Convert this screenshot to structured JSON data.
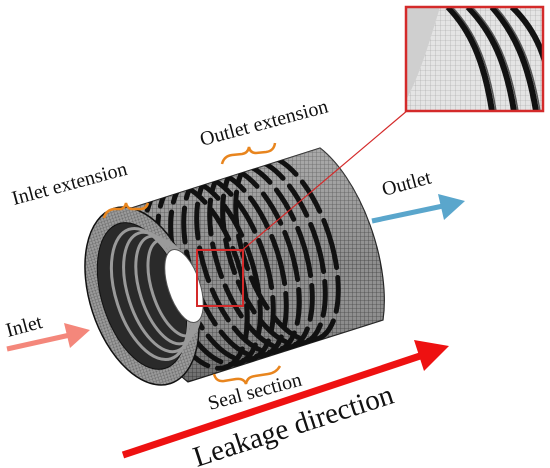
{
  "labels": {
    "inlet_extension": "Inlet extension",
    "outlet_extension": "Outlet extension",
    "outlet": "Outlet",
    "inlet": "Inlet",
    "seal_section": "Seal section",
    "leakage_direction": "Leakage direction"
  },
  "colors": {
    "inlet_arrow": "#f4877b",
    "outlet_arrow": "#5aa6cc",
    "leakage_arrow": "#ee1111",
    "zoom_frame": "#d42a2a",
    "brace": "#e8851e",
    "mesh": "#2e2e2e"
  },
  "icons": {
    "inlet_arrow": "arrow-right-icon",
    "outlet_arrow": "arrow-right-icon",
    "leakage_arrow": "arrow-right-icon"
  }
}
